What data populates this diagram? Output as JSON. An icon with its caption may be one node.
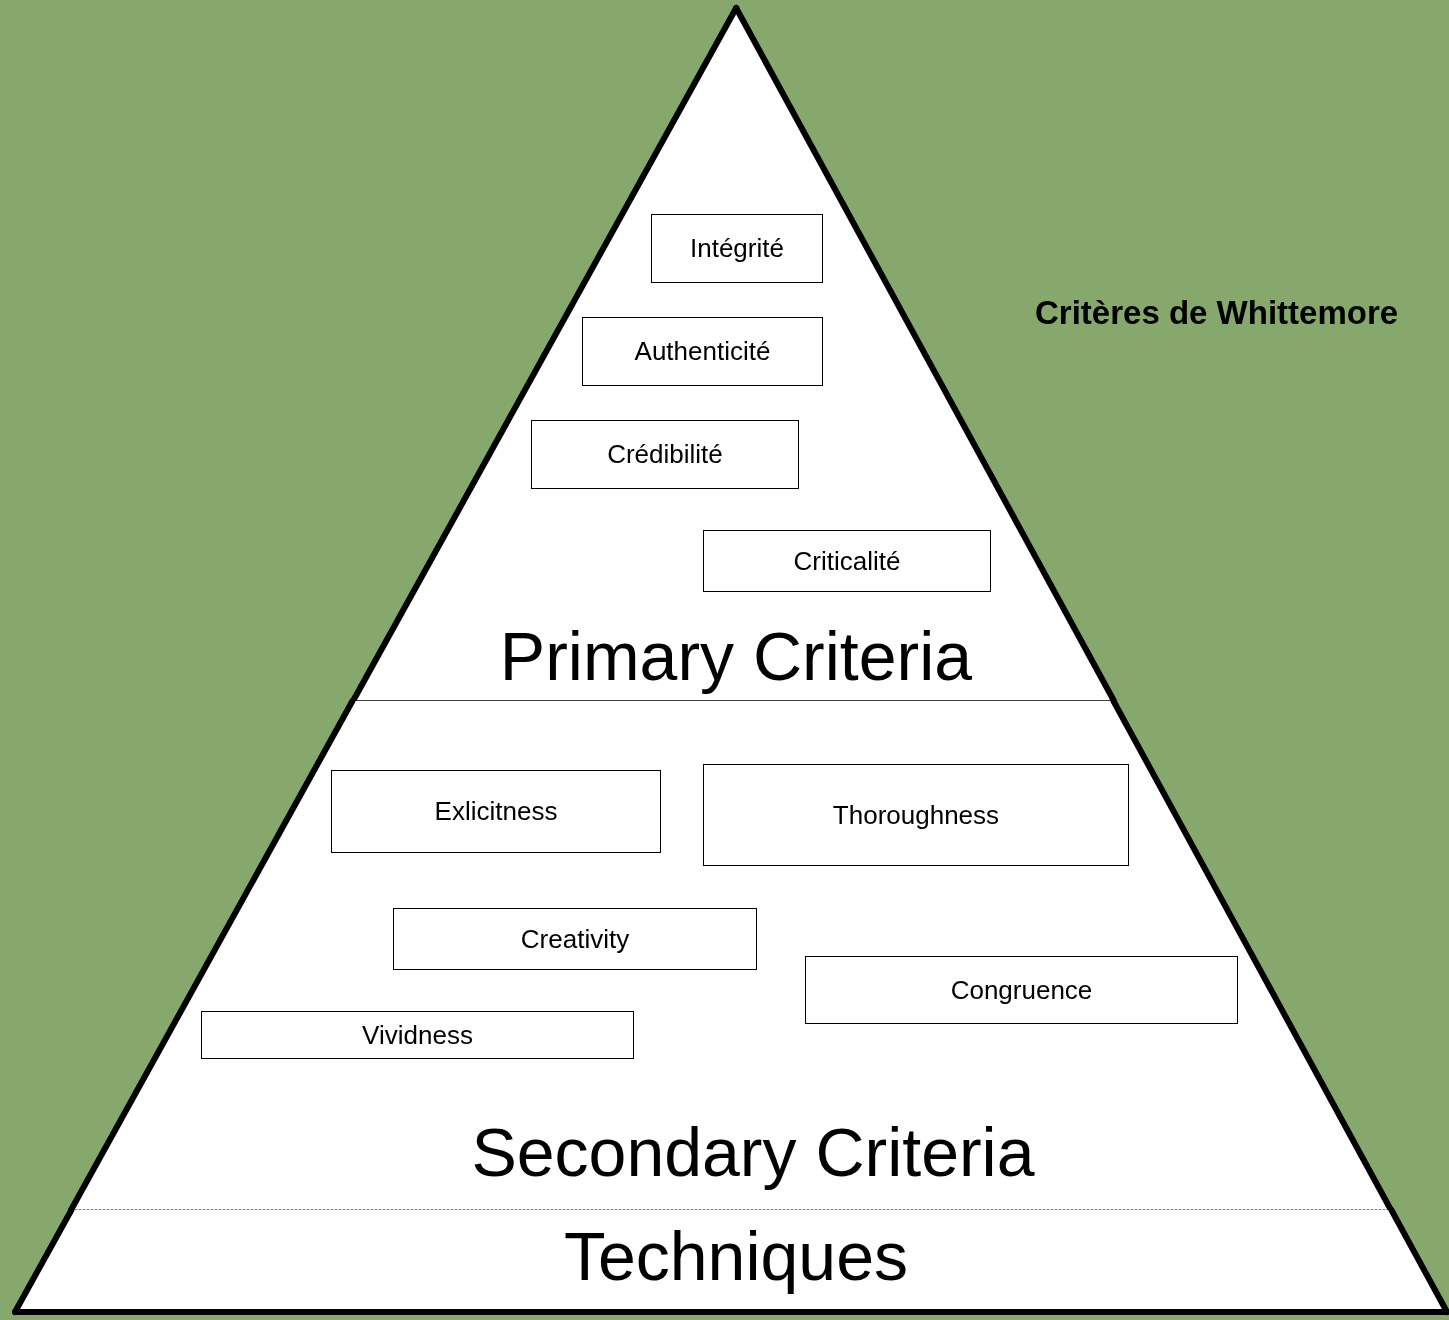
{
  "diagram": {
    "title": "Critères de Whittemore",
    "nodes": [
      {
        "text": [
          "Primary Criteria"
        ]
      },
      {
        "text": [
          "Intégrité"
        ],
        "in": 0
      },
      {
        "text": [
          "Authenticité"
        ],
        "in": 0
      },
      {
        "text": [
          "Crédibilité"
        ],
        "in": 0
      },
      {
        "text": [
          "Criticalité"
        ],
        "in": 0
      },
      {
        "text": [
          "Secondary Criteria"
        ]
      },
      {
        "text": [
          "Exlicitness"
        ],
        "in": 5
      },
      {
        "text": [
          "Thoroughness"
        ],
        "in": 5
      },
      {
        "text": [
          "Creativity"
        ],
        "in": 5
      },
      {
        "text": [
          "Congruence"
        ],
        "in": 5
      },
      {
        "text": [
          "Vividness"
        ],
        "in": 5
      },
      {
        "text": [
          "Techniques"
        ]
      }
    ],
    "edges": []
  }
}
